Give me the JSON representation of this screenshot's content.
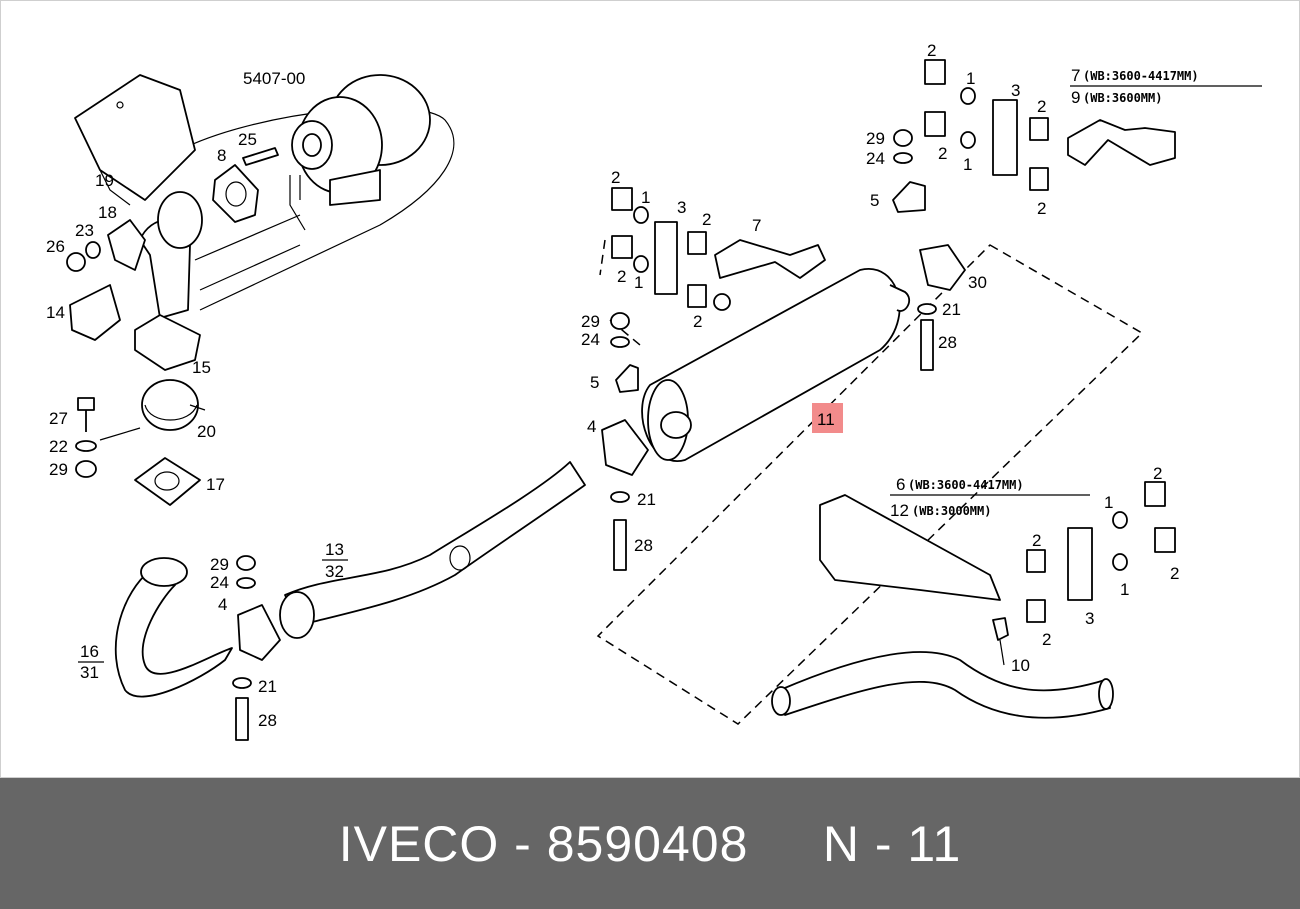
{
  "diagram": {
    "ref_label": "5407-00",
    "callouts": {
      "c1a": "1",
      "c1b": "1",
      "c1c": "1",
      "c1d": "1",
      "c1e": "1",
      "c1f": "1",
      "c2a": "2",
      "c2b": "2",
      "c2c": "2",
      "c2d": "2",
      "c2e": "2",
      "c2f": "2",
      "c2g": "2",
      "c2h": "2",
      "c2i": "2",
      "c2j": "2",
      "c2k": "2",
      "c2l": "2",
      "c3a": "3",
      "c3b": "3",
      "c3c": "3",
      "c4a": "4",
      "c4b": "4",
      "c5a": "5",
      "c5b": "5",
      "c7": "7",
      "c8": "8",
      "c10": "10",
      "c11": "11",
      "c14": "14",
      "c15": "15",
      "c17": "17",
      "c18": "18",
      "c19": "19",
      "c20": "20",
      "c21a": "21",
      "c21b": "21",
      "c21c": "21",
      "c22": "22",
      "c23": "23",
      "c24a": "24",
      "c24b": "24",
      "c24c": "24",
      "c25": "25",
      "c26": "26",
      "c27": "27",
      "c28a": "28",
      "c28b": "28",
      "c28c": "28",
      "c29a": "29",
      "c29b": "29",
      "c29c": "29",
      "c29d": "29",
      "c30": "30"
    },
    "fractions": {
      "f13_32_top": "13",
      "f13_32_bottom": "32",
      "f16_31_top": "16",
      "f16_31_bottom": "31"
    },
    "notes": {
      "n7_num": "7",
      "n7_text": "(WB:3600-4417MM)",
      "n9_num": "9",
      "n9_text": "(WB:3600MM)",
      "n6_num": "6",
      "n6_text": "(WB:3600-4417MM)",
      "n12_num": "12",
      "n12_text": "(WB:3000MM)"
    },
    "highlight_color": "#f28b8b"
  },
  "footer": {
    "caption": "IVECO - 8590408     N - 11",
    "background": "#666666",
    "text_color": "#ffffff"
  }
}
